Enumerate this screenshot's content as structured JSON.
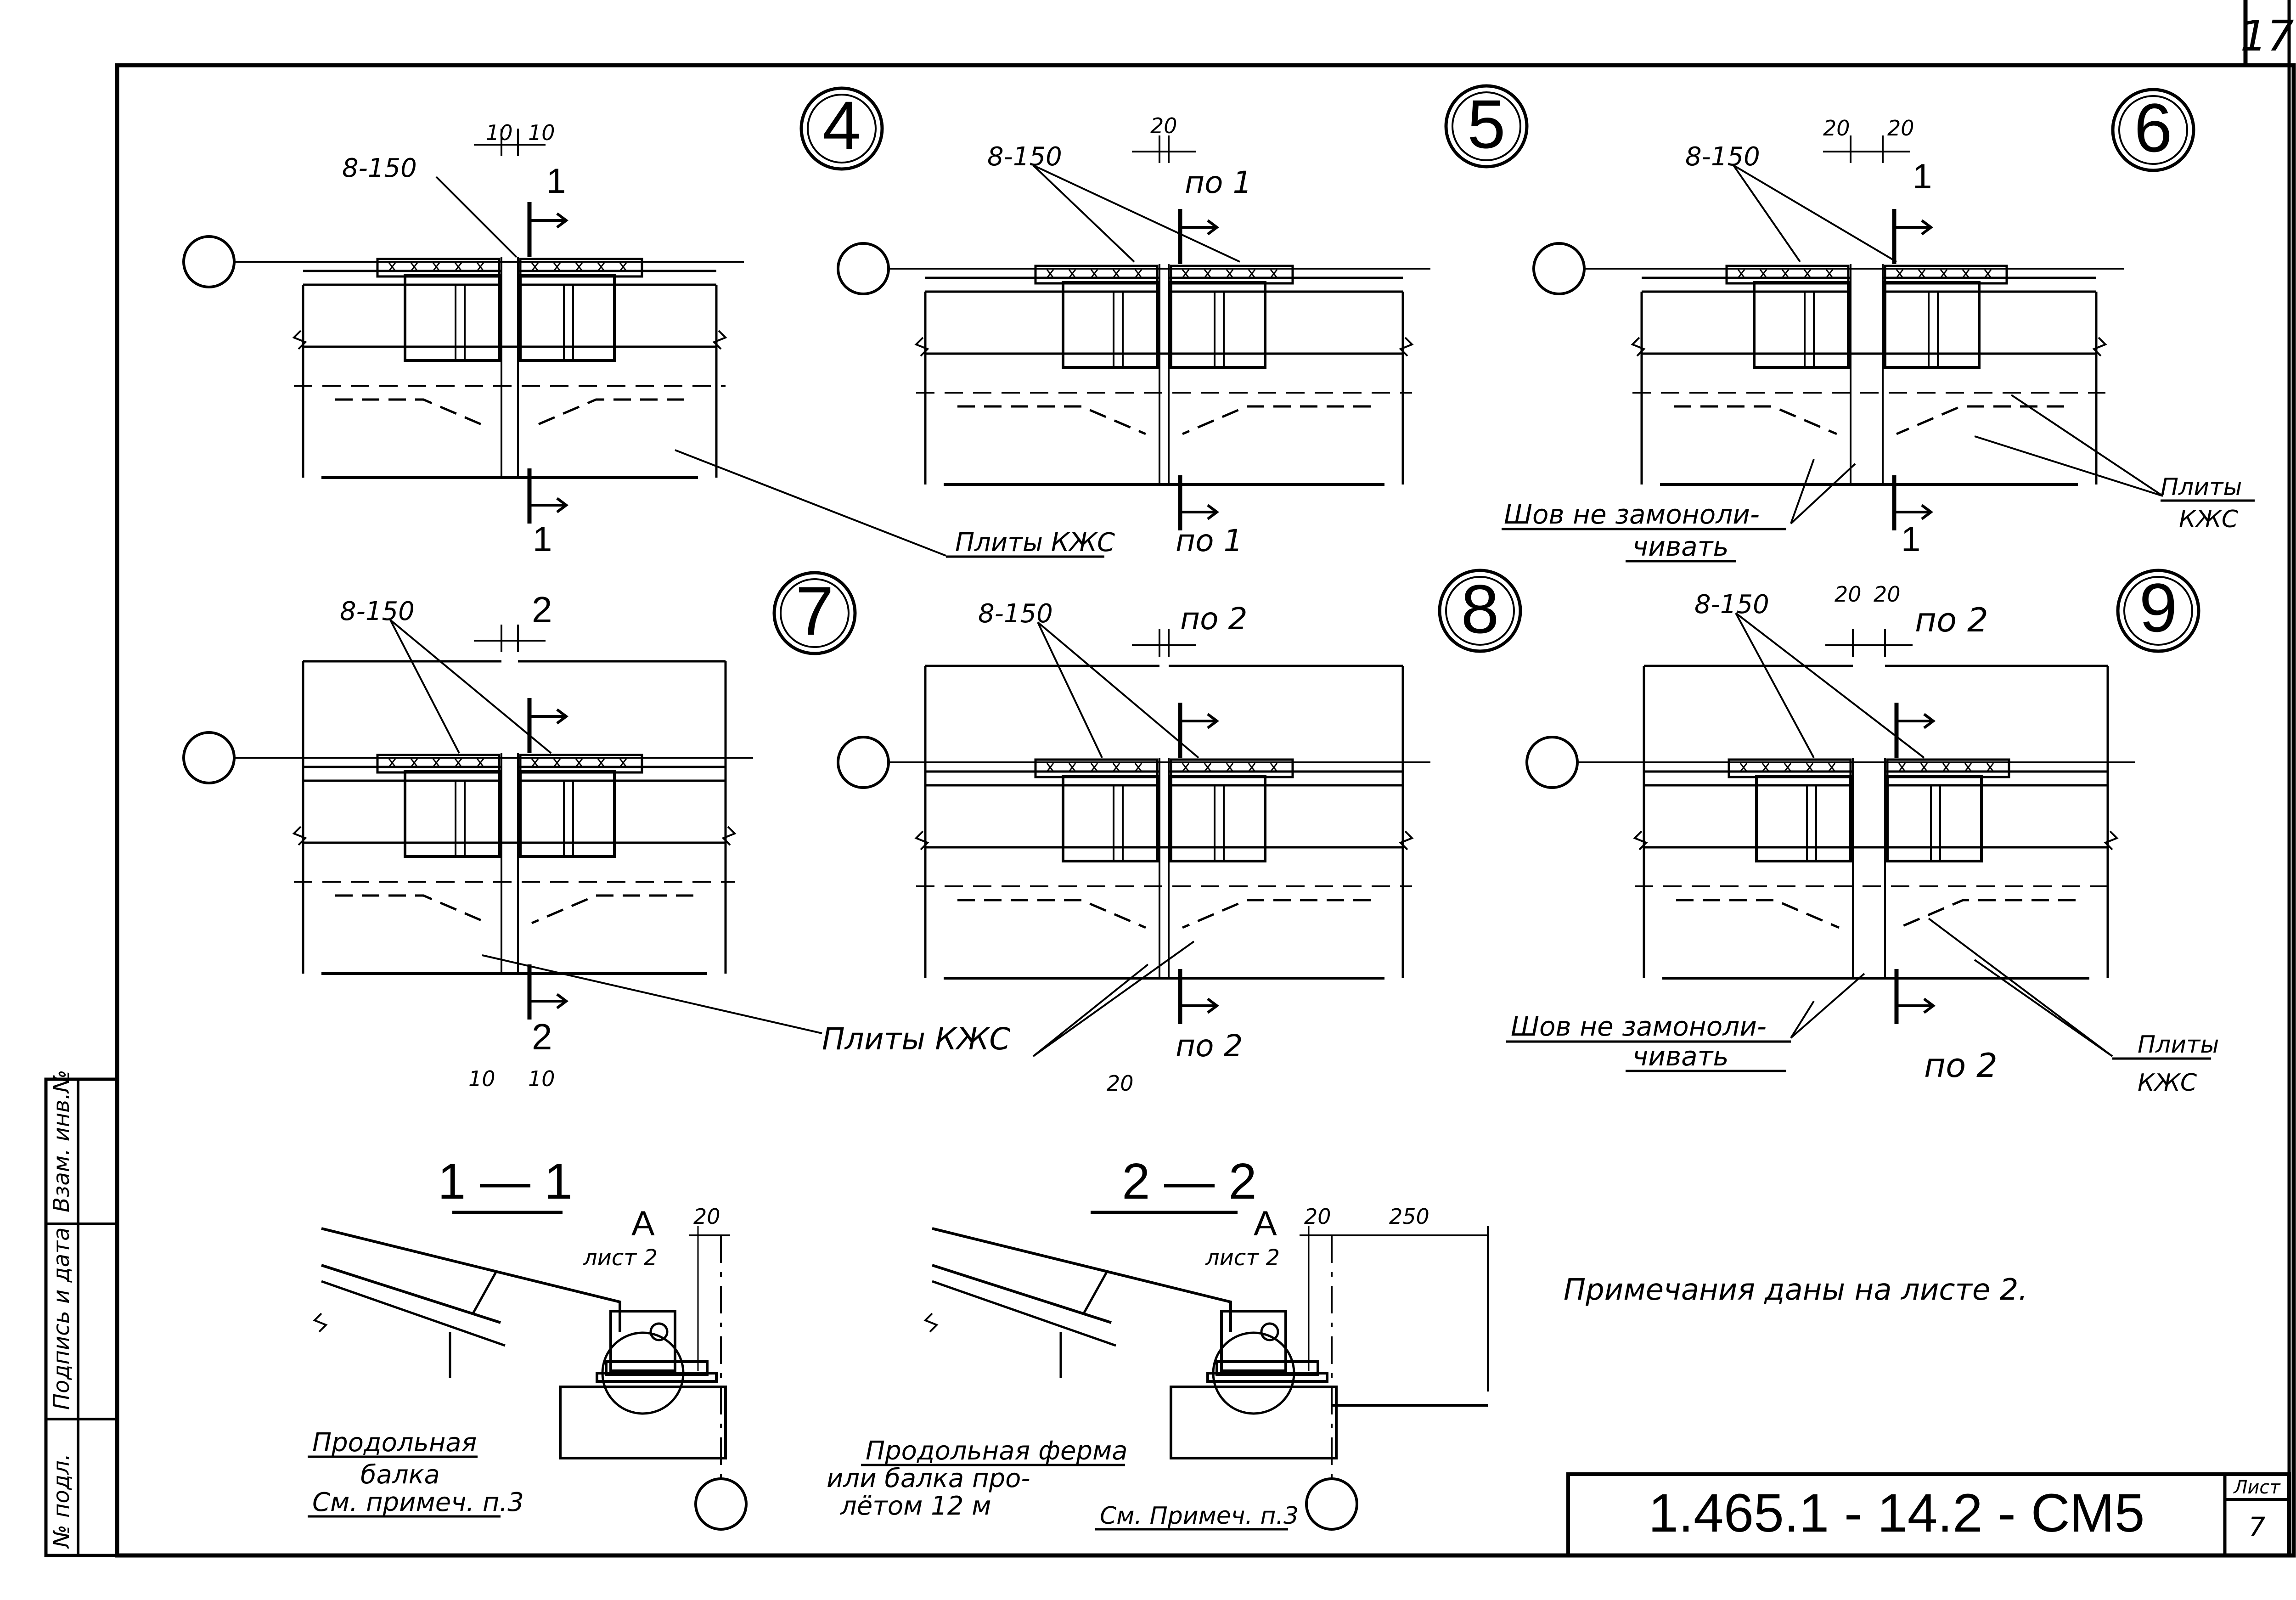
{
  "sheet": {
    "page_number": "17",
    "code": "1.465.1 - 14.2 - СМ5",
    "list_label": "Лист",
    "list_value": "7",
    "note": "Примечания даны на листе 2."
  },
  "side_stamp": {
    "col1": "Взам. инв.№",
    "col2": "Подпись и дата",
    "col3": "№ подл."
  },
  "details": [
    {
      "marker": "4",
      "rebar": "8-150",
      "dims": [
        "10",
        "10"
      ],
      "cut_top": "1",
      "cut_bottom": "1"
    },
    {
      "marker": "5",
      "rebar": "8-150",
      "dims": [
        "20"
      ],
      "cut_top": "по 1",
      "cut_bottom": "по 1"
    },
    {
      "marker": "6",
      "rebar": "8-150",
      "dims": [
        "20",
        "20"
      ],
      "cut_top": "1",
      "cut_bottom": "1"
    },
    {
      "marker": "7",
      "rebar": "8-150",
      "dims": [
        "10",
        "10"
      ],
      "cut_top": "2",
      "cut_bottom": "2"
    },
    {
      "marker": "8",
      "rebar": "8-150",
      "dims": [
        "20"
      ],
      "cut_top": "по 2",
      "cut_bottom": "по 2"
    },
    {
      "marker": "9",
      "rebar": "8-150",
      "dims": [
        "20",
        "20"
      ],
      "cut_top": "по 2",
      "cut_bottom": "по 2"
    }
  ],
  "labels": {
    "plates_kzhs_1": "Плиты КЖС",
    "plates_kzhs_2": "Плиты КЖС",
    "plates_top": "Плиты",
    "kzhs_top": "КЖС",
    "plates_bot": "Плиты",
    "kzhs_bot": "КЖС",
    "seam1_a": "Шов не замоноли-",
    "seam1_b": "чивать",
    "seam2_a": "Шов не замоноли-",
    "seam2_b": "чивать"
  },
  "sections": [
    {
      "title": "1 — 1",
      "detail": "A",
      "sheet_ref": "лист 2",
      "dims": [
        "20"
      ],
      "caption": [
        "Продольная",
        "балка",
        "См. примеч. п.3"
      ]
    },
    {
      "title": "2 — 2",
      "detail": "A",
      "sheet_ref": "лист 2",
      "dims": [
        "20",
        "250"
      ],
      "caption": [
        "Продольная ферма",
        "или балка про-",
        "лётом 12 м",
        "См. Примеч. п.3"
      ]
    }
  ]
}
